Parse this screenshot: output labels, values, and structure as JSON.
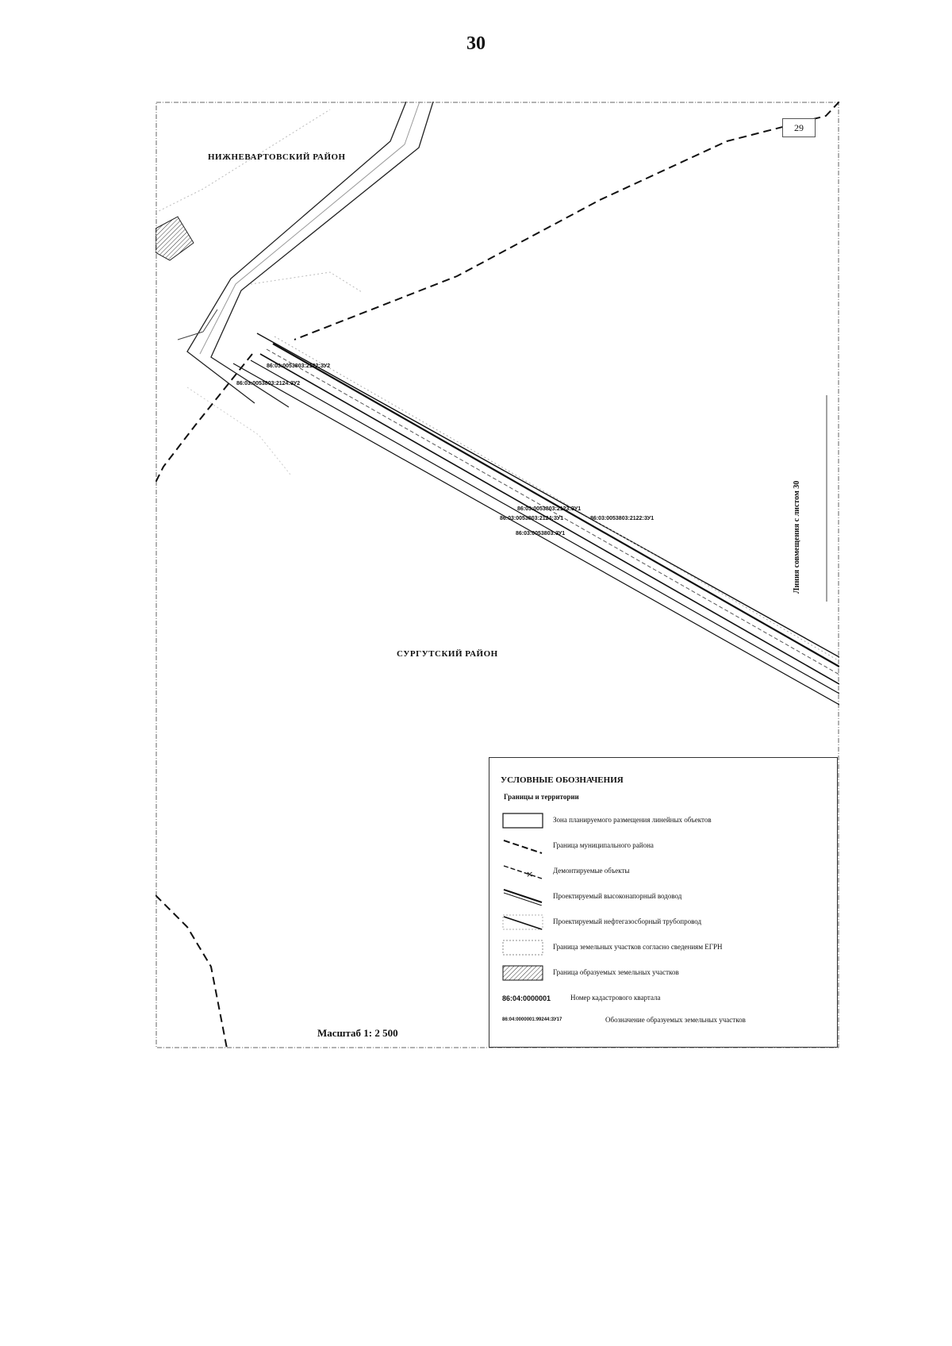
{
  "page_number": "30",
  "map": {
    "sheet_ref": "29",
    "districts": {
      "north": "НИЖНЕВАРТОВСКИЙ РАЙОН",
      "south": "СУРГУТСКИЙ РАЙОН"
    },
    "match_line": "Линия совмещения с листом 30",
    "scale": "Масштаб 1: 2 500",
    "parcel_labels": [
      "86:03:0053803:2122:ЗУ2",
      "86:03:0053803:2124:ЗУ2",
      "86:03:0053803:2123:ЗУ1",
      "86:03:0053803:2124:ЗУ1",
      "86:03:0053803:2122:ЗУ1",
      "86:03:0053803:ЗУ1"
    ]
  },
  "legend": {
    "title": "УСЛОВНЫЕ ОБОЗНАЧЕНИЯ",
    "subtitle": "Границы и территории",
    "items": [
      {
        "symbol": "rect-outline",
        "text": "Зона планируемого размещения линейных объектов"
      },
      {
        "symbol": "dashed-line",
        "text": "Граница муниципального района"
      },
      {
        "symbol": "dismantled",
        "text": "Демонтируемые объекты"
      },
      {
        "symbol": "double-line",
        "text": "Проектируемый высоконапорный водовод"
      },
      {
        "symbol": "single-line",
        "text": "Проектируемый нефтегазосборный трубопровод"
      },
      {
        "symbol": "dotted-rect",
        "text": "Граница земельных участков согласно сведениям ЕГРН"
      },
      {
        "symbol": "hatched-rect",
        "text": "Граница образуемых земельных участков"
      }
    ],
    "code_items": [
      {
        "code": "86:04:0000001",
        "text": "Номер кадастрового квартала"
      },
      {
        "code": "86:04:0000001:99244:ЗУ17",
        "text": "Обозначение образуемых земельных участков"
      }
    ]
  }
}
